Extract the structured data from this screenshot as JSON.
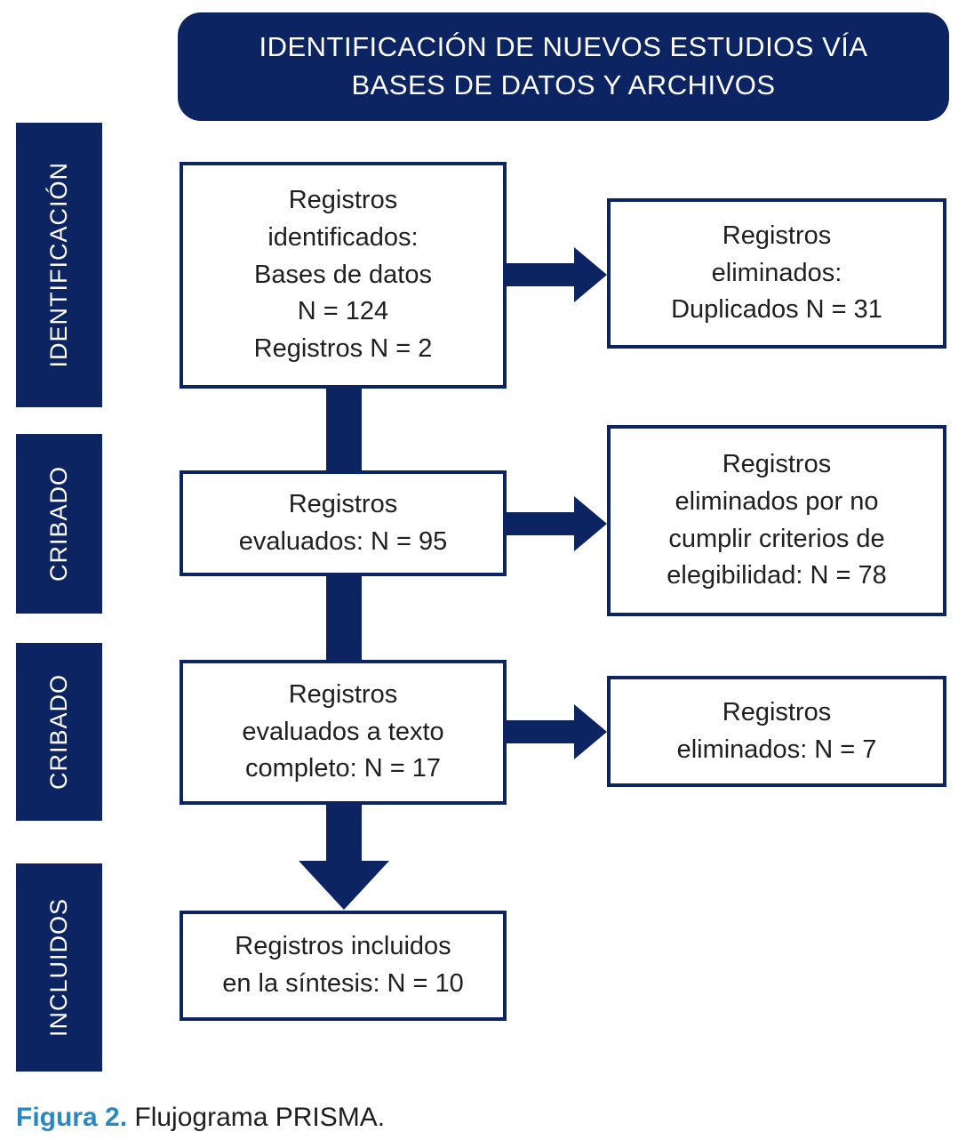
{
  "header": {
    "title": "IDENTIFICACIÓN DE NUEVOS ESTUDIOS VÍA BASES DE DATOS Y ARCHIVOS"
  },
  "sidebar": {
    "labels": [
      "IDENTIFICACIÓN",
      "CRIBADO",
      "CRIBADO",
      "INCLUIDOS"
    ]
  },
  "flow": {
    "main_boxes": [
      {
        "text": "Registros\nidentificados:\nBases de datos\nN = 124\nRegistros N = 2"
      },
      {
        "text": "Registros\nevaluados: N = 95"
      },
      {
        "text": "Registros\nevaluados a texto\ncompleto: N = 17"
      },
      {
        "text": "Registros incluidos\nen la síntesis: N = 10"
      }
    ],
    "side_boxes": [
      {
        "text": "Registros\neliminados:\nDuplicados N = 31"
      },
      {
        "text": "Registros\neliminados por no\ncumplir criterios de\nelegibilidad: N = 78"
      },
      {
        "text": "Registros\neliminados: N = 7"
      }
    ]
  },
  "caption": {
    "label": "Figura 2.",
    "text": " Flujograma PRISMA."
  },
  "colors": {
    "navy": "#0d2463",
    "caption_blue": "#2a88bf",
    "text": "#1f1f1f"
  }
}
